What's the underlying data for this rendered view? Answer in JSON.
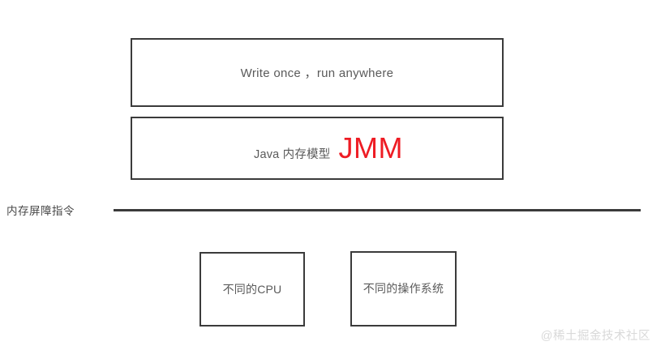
{
  "diagram": {
    "title_box": {
      "label": "Write once ，run anywhere"
    },
    "jmm_box": {
      "label_cn": "Java 内存模型",
      "label_highlight": "JMM",
      "highlight_color": "#ee1c24"
    },
    "barrier": {
      "label": "内存屏障指令"
    },
    "platform_boxes": [
      {
        "label": "不同的CPU"
      },
      {
        "label": "不同的操作系统"
      }
    ],
    "watermark": "@稀土掘金技术社区",
    "colors": {
      "background": "#ffffff",
      "border": "#3b3b3b",
      "text": "#5a5a5a",
      "accent": "#ee1c24",
      "watermark": "#d9d9d9"
    }
  }
}
